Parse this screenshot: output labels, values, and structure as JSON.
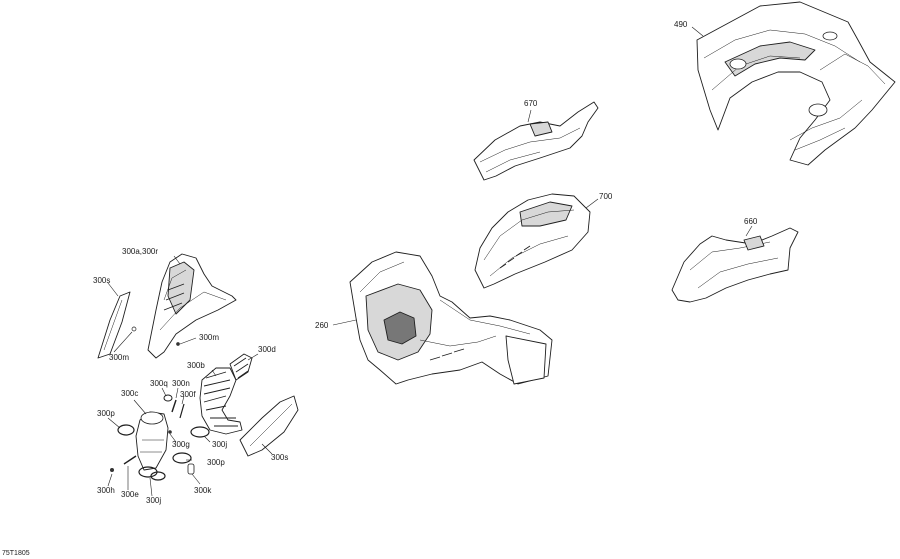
{
  "diagram": {
    "reference_code": "75T1805",
    "callouts": {
      "c490": "490",
      "c670": "670",
      "c700": "700",
      "c660": "660",
      "c260": "260",
      "c300ar": "300a,300r",
      "c300s_top": "300s",
      "c300m_a": "300m",
      "c300m_b": "300m",
      "c300d": "300d",
      "c300b": "300b",
      "c300c": "300c",
      "c300q": "300q",
      "c300n": "300n",
      "c300f": "300f",
      "c300p_left": "300p",
      "c300g": "300g",
      "c300j_right": "300j",
      "c300s_bottom": "300s",
      "c300p_right": "300p",
      "c300k": "300k",
      "c300h": "300h",
      "c300e": "300e",
      "c300j_bottom": "300j"
    },
    "colors": {
      "line": "#1f1f1f",
      "fill": "#ffffff",
      "shade": "#d8d8d8"
    }
  }
}
